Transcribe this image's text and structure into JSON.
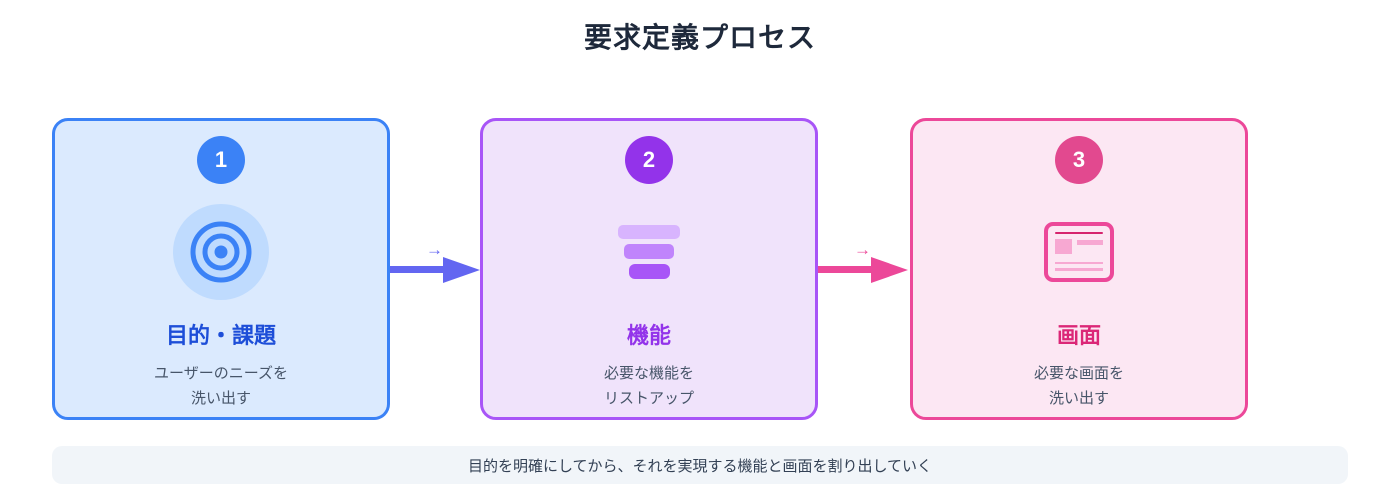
{
  "title": "要求定義プロセス",
  "steps": [
    {
      "number": "1",
      "label": "目的・課題",
      "description_line1": "ユーザーのニーズを",
      "description_line2": "洗い出す",
      "icon": "target-icon",
      "accent_color": "#3b82f6",
      "background_color": "#dbeafe",
      "label_color": "#1d4ed8"
    },
    {
      "number": "2",
      "label": "機能",
      "description_line1": "必要な機能を",
      "description_line2": "リストアップ",
      "icon": "stacked-bars-icon",
      "accent_color": "#a855f7",
      "background_color": "#f0e3fb",
      "label_color": "#9333ea"
    },
    {
      "number": "3",
      "label": "画面",
      "description_line1": "必要な画面を",
      "description_line2": "洗い出す",
      "icon": "screen-icon",
      "accent_color": "#ec4899",
      "background_color": "#fce7f3",
      "label_color": "#db2777"
    }
  ],
  "arrows": [
    {
      "glyph": "→",
      "color": "#6366f1"
    },
    {
      "glyph": "→",
      "color": "#ec4899"
    }
  ],
  "footer": {
    "text": "目的を明確にしてから、それを実現する機能と画面を割り出していく"
  }
}
